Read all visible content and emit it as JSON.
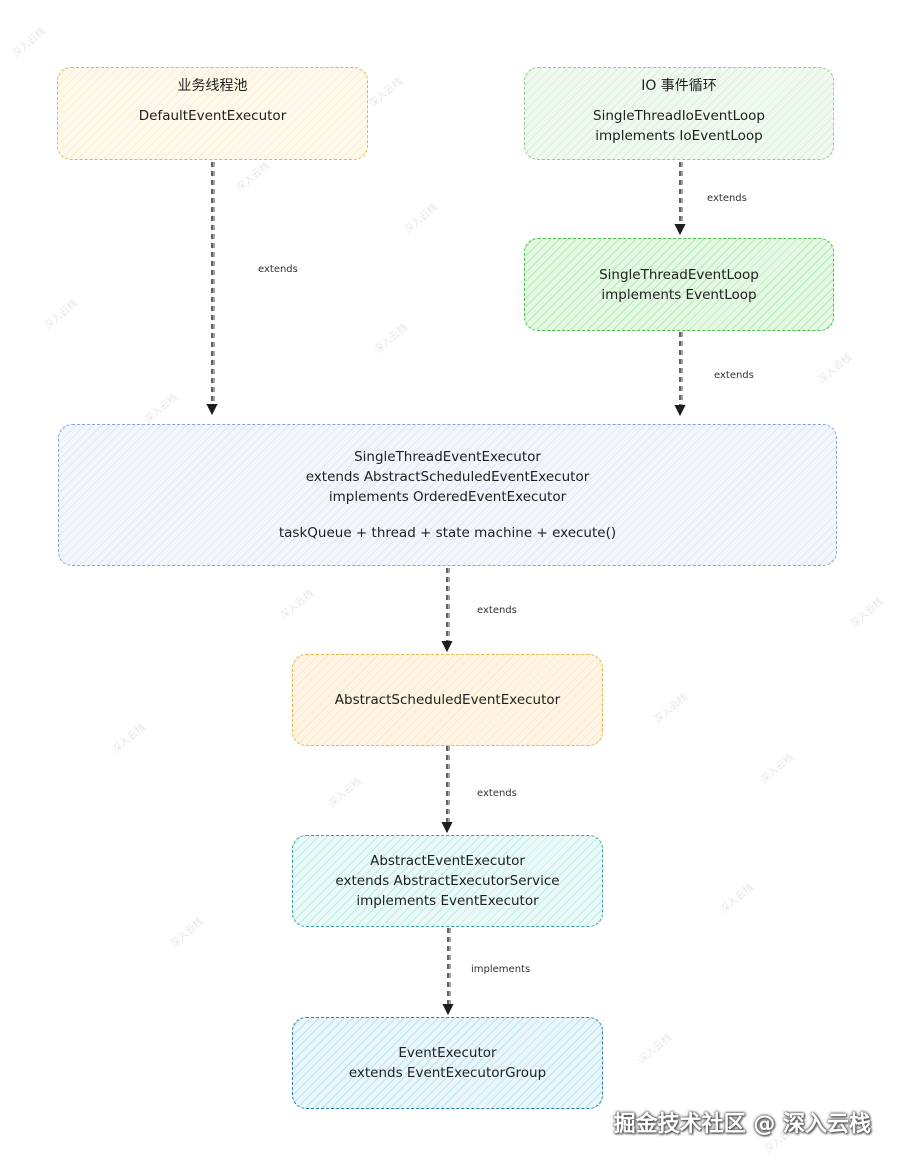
{
  "nodes": {
    "biz_pool": {
      "title": "业务线程池",
      "lines": [
        "DefaultEventExecutor"
      ]
    },
    "io_loop": {
      "title": "IO 事件循环",
      "lines": [
        "SingleThreadIoEventLoop",
        "implements IoEventLoop"
      ]
    },
    "single_thread_event_loop": {
      "lines": [
        "SingleThreadEventLoop",
        "implements EventLoop"
      ]
    },
    "single_thread_event_executor": {
      "lines": [
        "SingleThreadEventExecutor",
        "extends AbstractScheduledEventExecutor",
        "implements OrderedEventExecutor"
      ],
      "detail": "taskQueue + thread + state machine + execute()"
    },
    "abstract_scheduled": {
      "lines": [
        "AbstractScheduledEventExecutor"
      ]
    },
    "abstract_event_executor": {
      "lines": [
        "AbstractEventExecutor",
        "extends AbstractExecutorService",
        "implements EventExecutor"
      ]
    },
    "event_executor": {
      "lines": [
        "EventExecutor",
        "extends EventExecutorGroup"
      ]
    }
  },
  "edges": {
    "biz_to_stee": "extends",
    "io_to_stel": "extends",
    "stel_to_stee": "extends",
    "stee_to_ase": "extends",
    "ase_to_aee": "extends",
    "aee_to_ee": "implements"
  },
  "watermark": "深入云栈",
  "credit": "掘金技术社区 @ 深入云栈"
}
